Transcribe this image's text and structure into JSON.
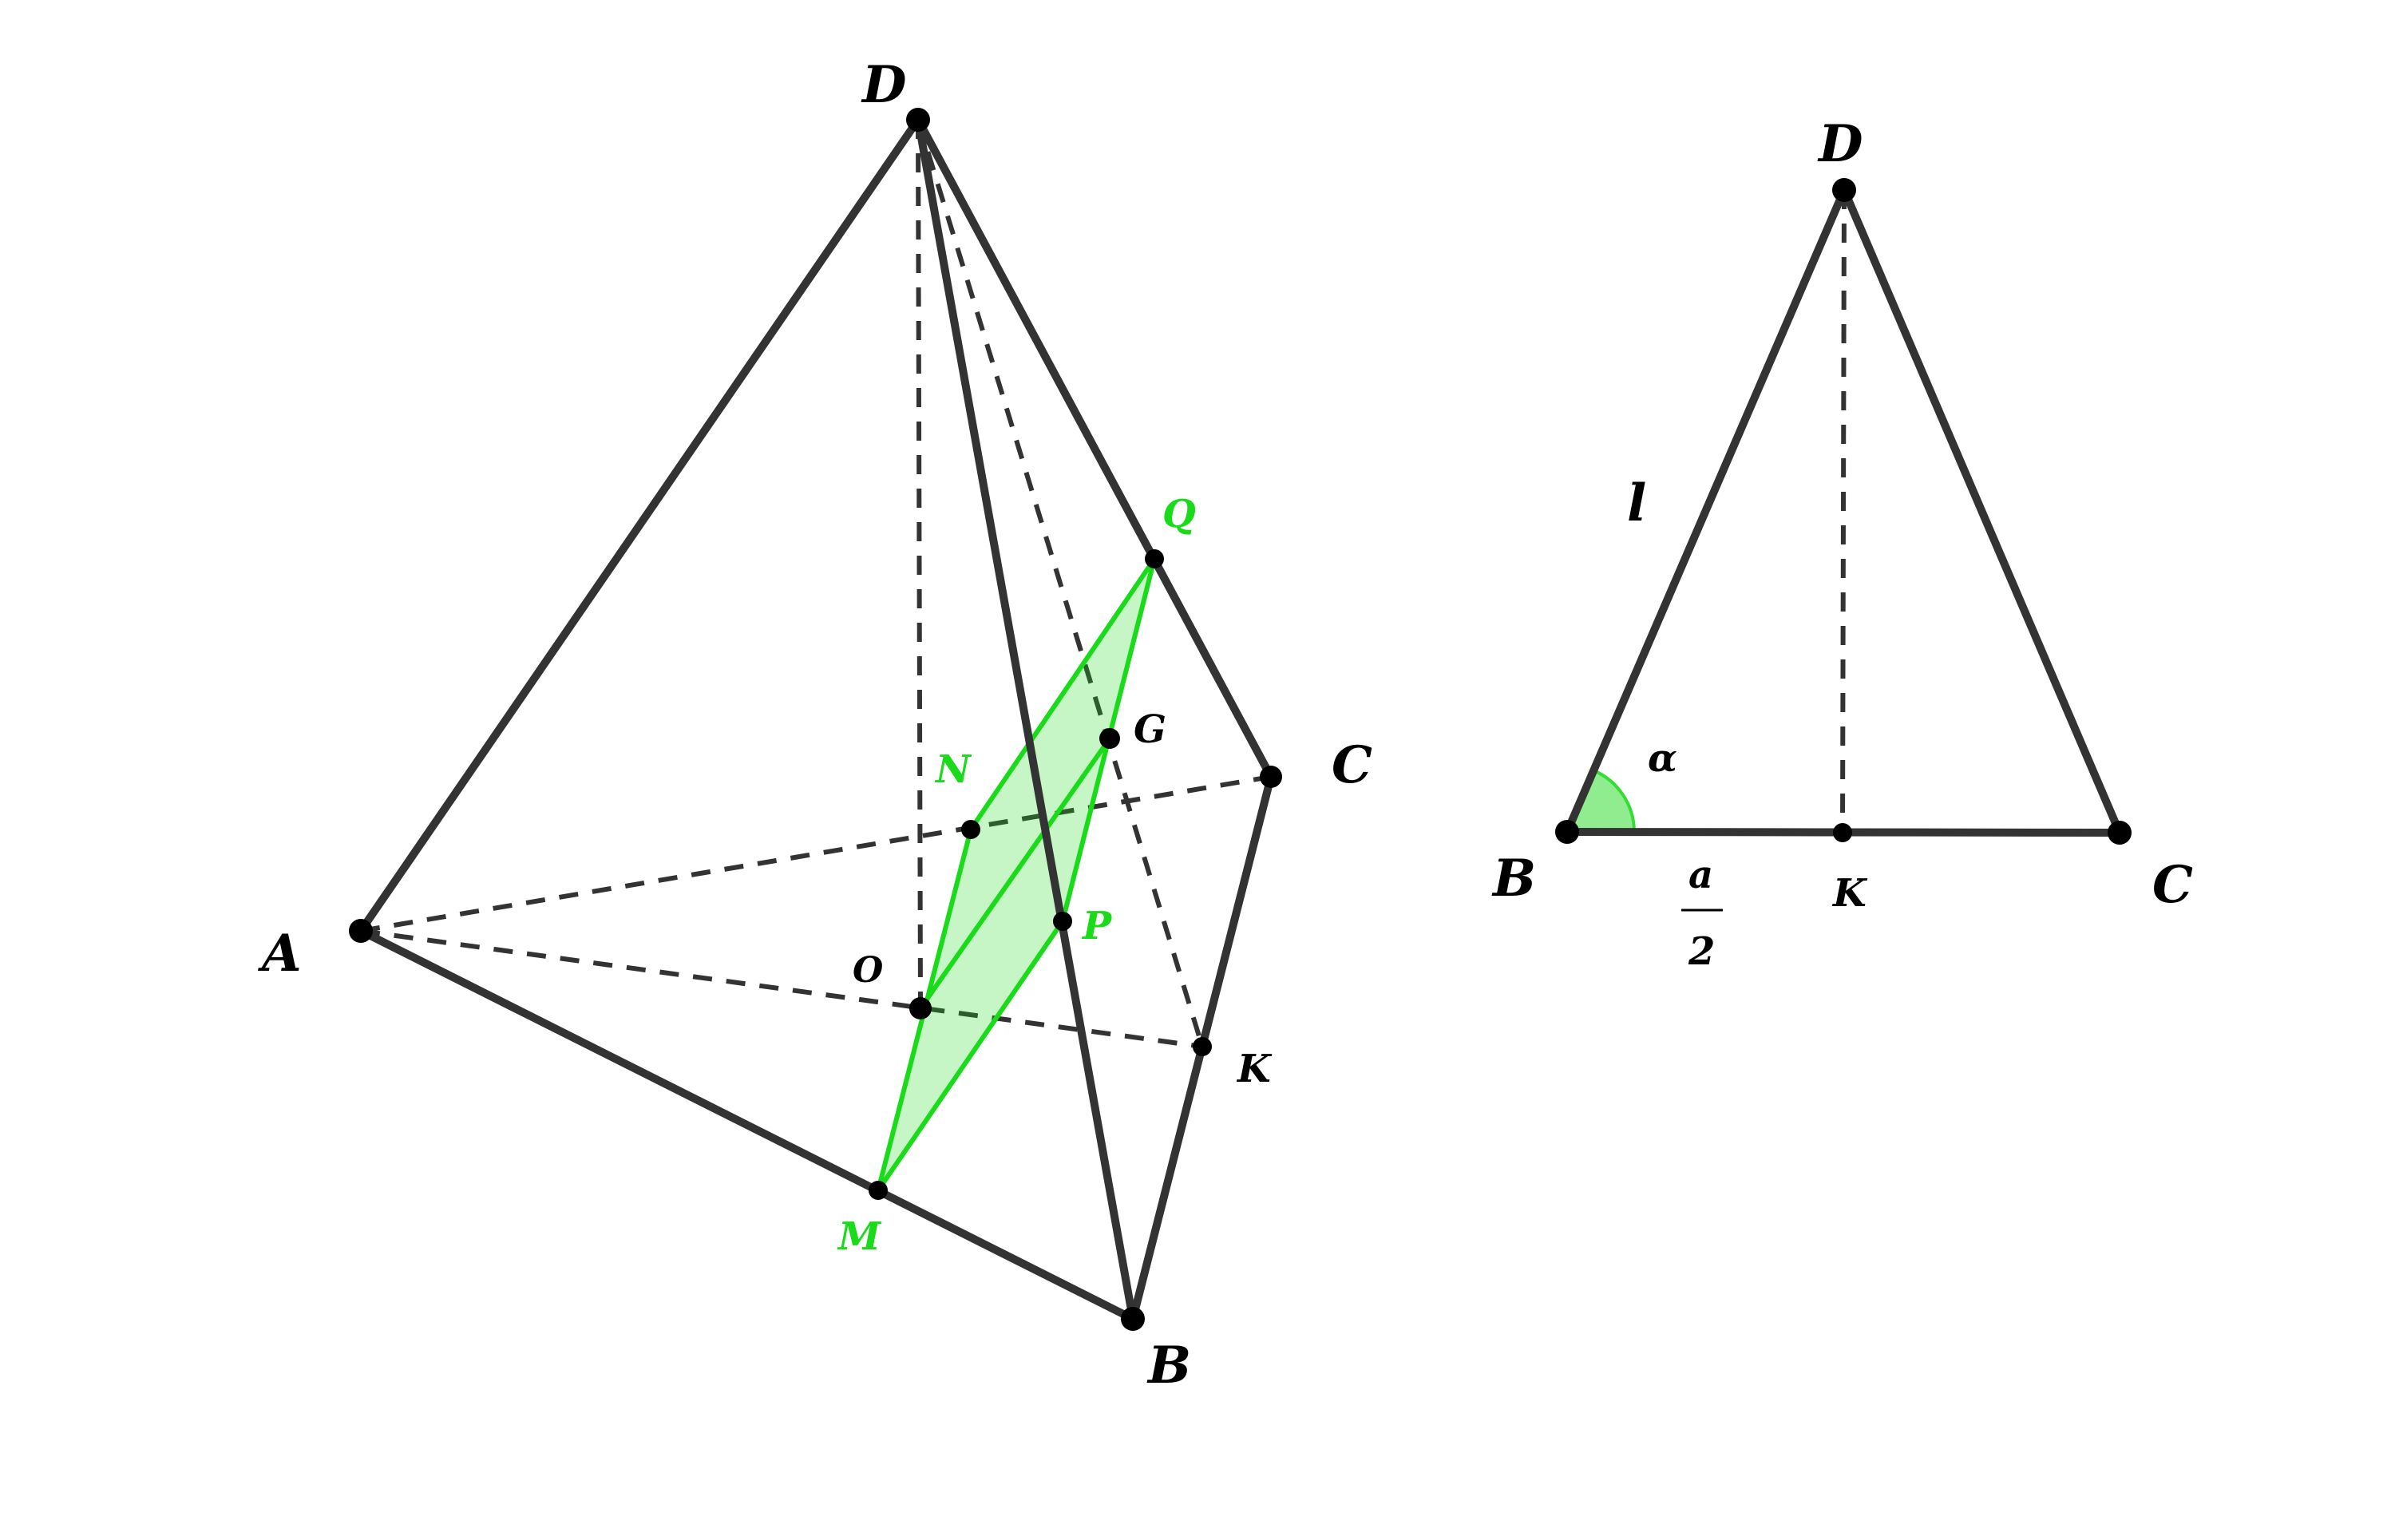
{
  "colors": {
    "edge": "#333333",
    "section": "#1adb1a",
    "section_fill": "#1adb1a",
    "angle_fill": "#33dd33",
    "label": "#000000"
  },
  "figure1": {
    "labels": {
      "A": "A",
      "B": "B",
      "C": "C",
      "D": "D",
      "O": "O",
      "G": "G",
      "K": "K",
      "M": "M",
      "N": "N",
      "P": "P",
      "Q": "Q"
    }
  },
  "figure2": {
    "labels": {
      "D": "D",
      "B": "B",
      "C": "C",
      "K": "K",
      "l": "l",
      "alpha": "α",
      "frac_num": "a",
      "frac_den": "2"
    }
  }
}
